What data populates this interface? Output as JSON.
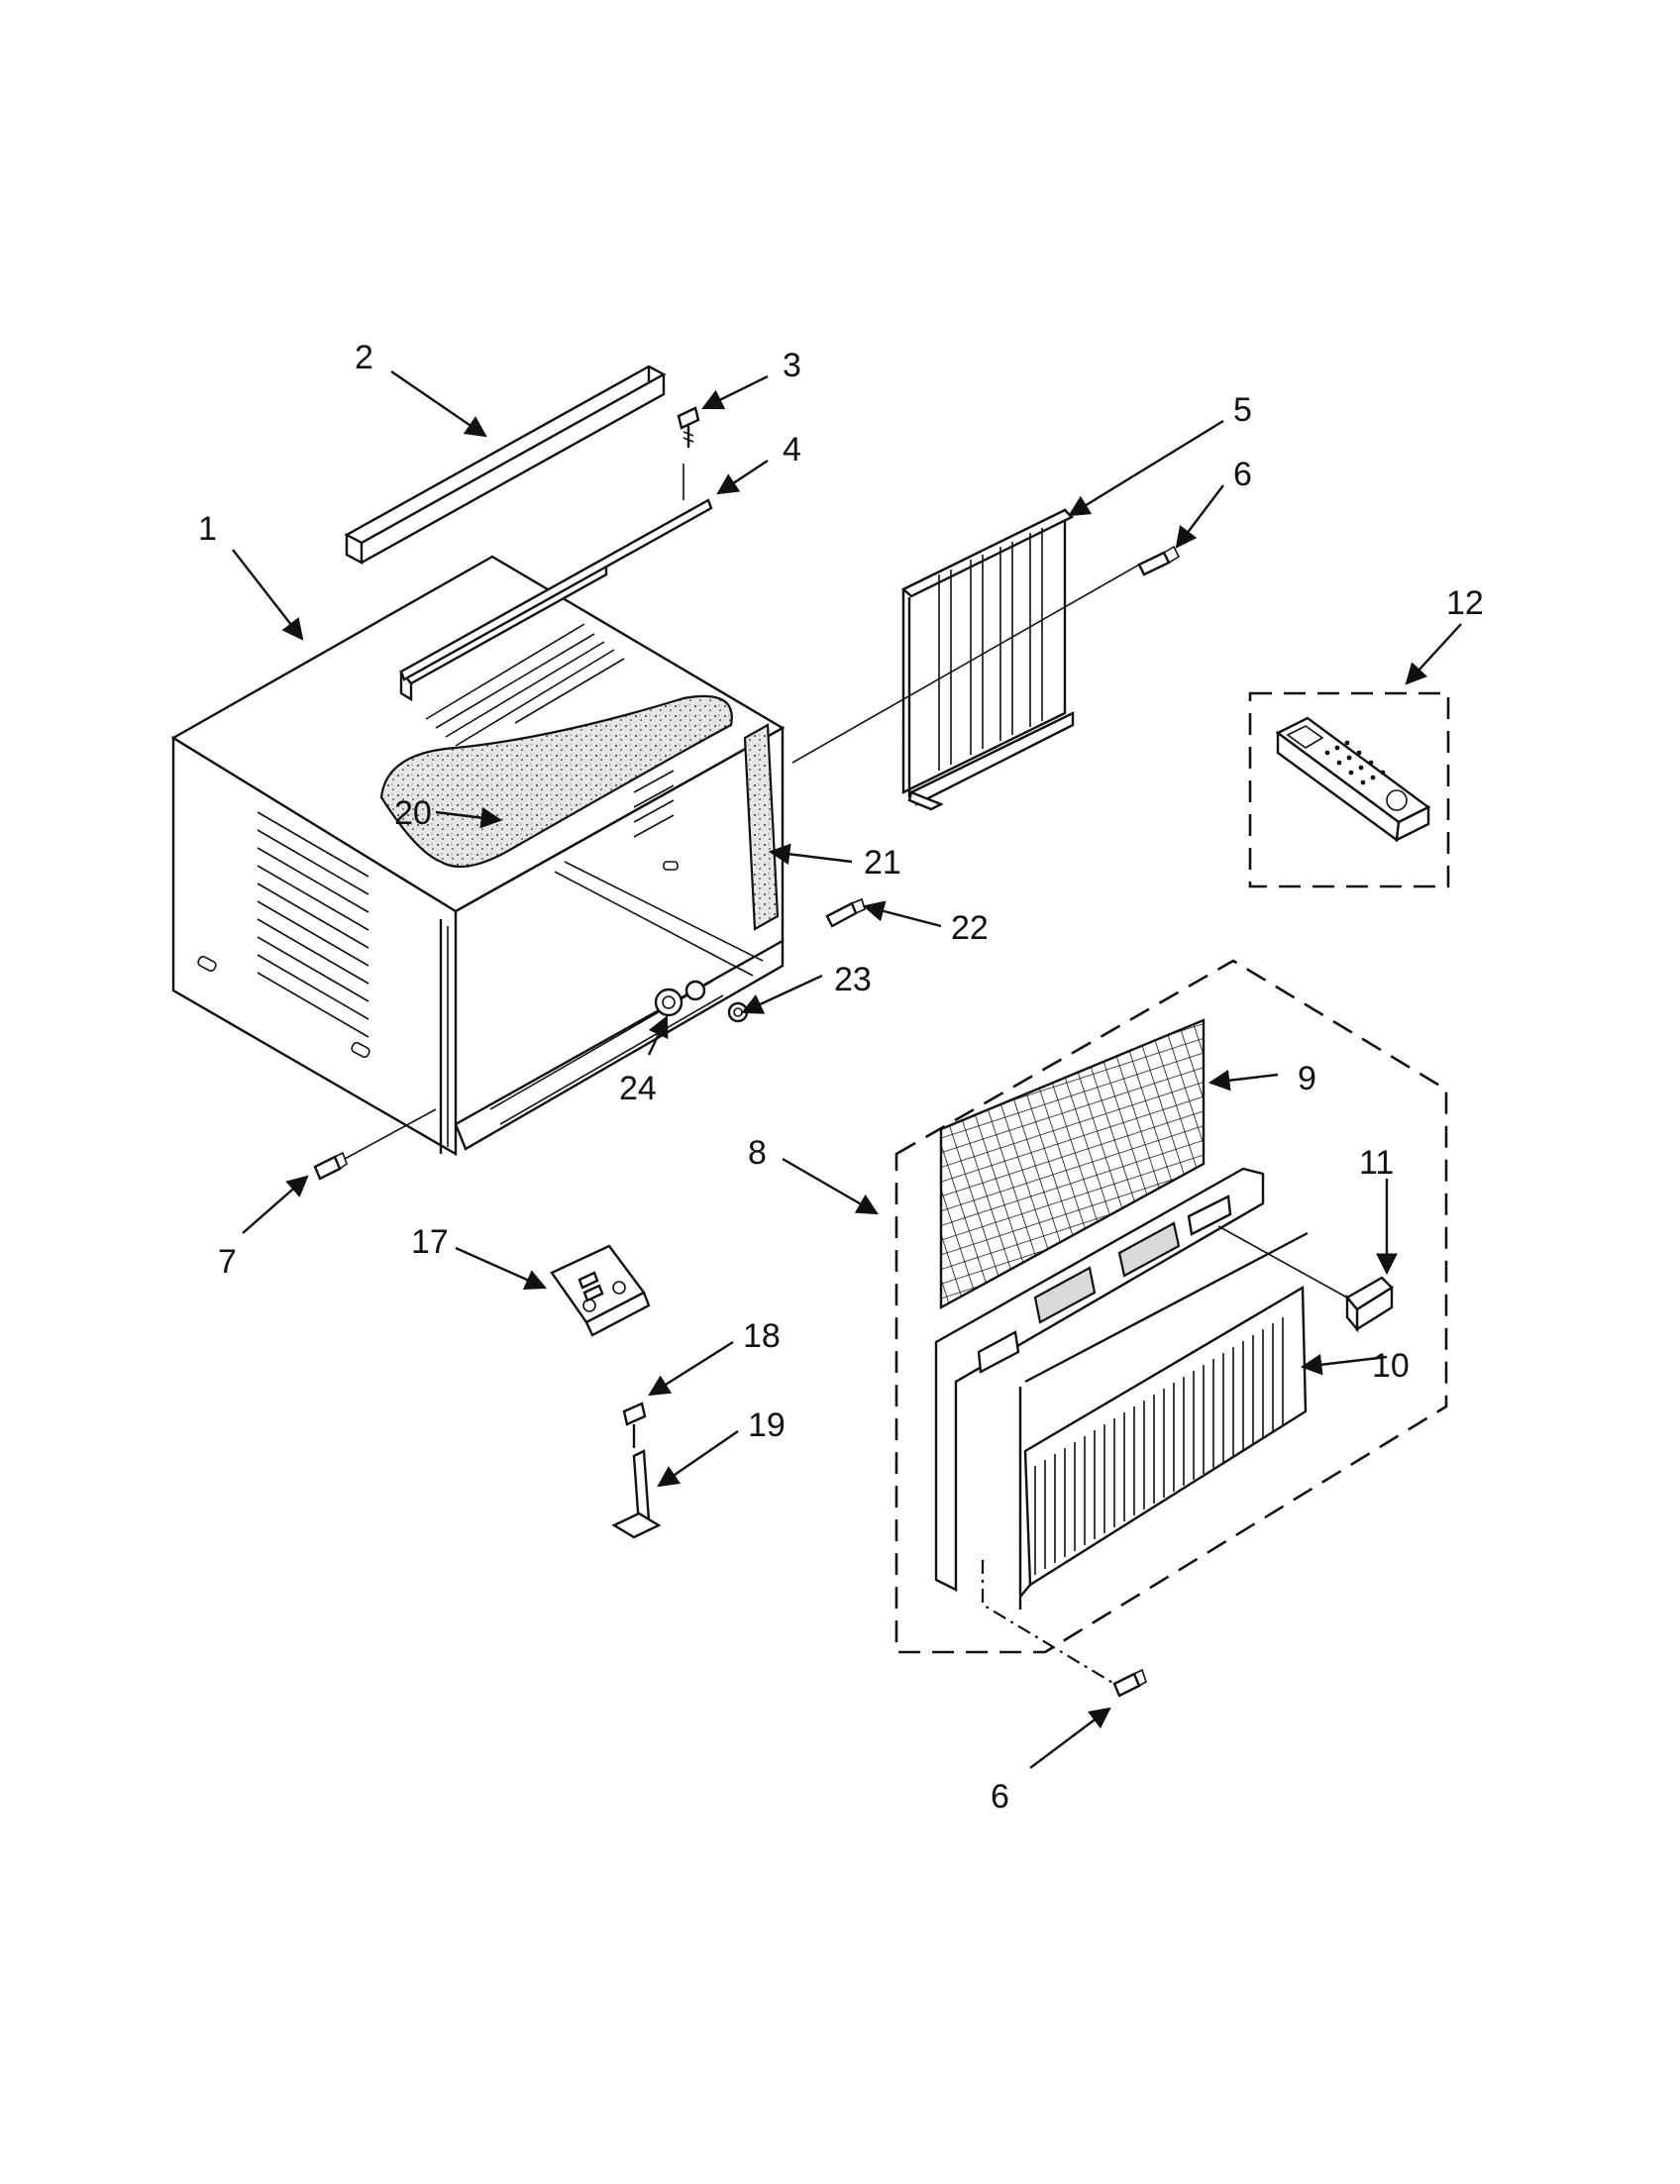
{
  "callouts": [
    {
      "id": "c1",
      "label": "1"
    },
    {
      "id": "c2",
      "label": "2"
    },
    {
      "id": "c3",
      "label": "3"
    },
    {
      "id": "c4",
      "label": "4"
    },
    {
      "id": "c5",
      "label": "5"
    },
    {
      "id": "c6a",
      "label": "6"
    },
    {
      "id": "c6b",
      "label": "6"
    },
    {
      "id": "c7",
      "label": "7"
    },
    {
      "id": "c8",
      "label": "8"
    },
    {
      "id": "c9",
      "label": "9"
    },
    {
      "id": "c10",
      "label": "10"
    },
    {
      "id": "c11",
      "label": "11"
    },
    {
      "id": "c12",
      "label": "12"
    },
    {
      "id": "c17",
      "label": "17"
    },
    {
      "id": "c18",
      "label": "18"
    },
    {
      "id": "c19",
      "label": "19"
    },
    {
      "id": "c20",
      "label": "20"
    },
    {
      "id": "c21",
      "label": "21"
    },
    {
      "id": "c22",
      "label": "22"
    },
    {
      "id": "c23",
      "label": "23"
    },
    {
      "id": "c24",
      "label": "24"
    }
  ]
}
